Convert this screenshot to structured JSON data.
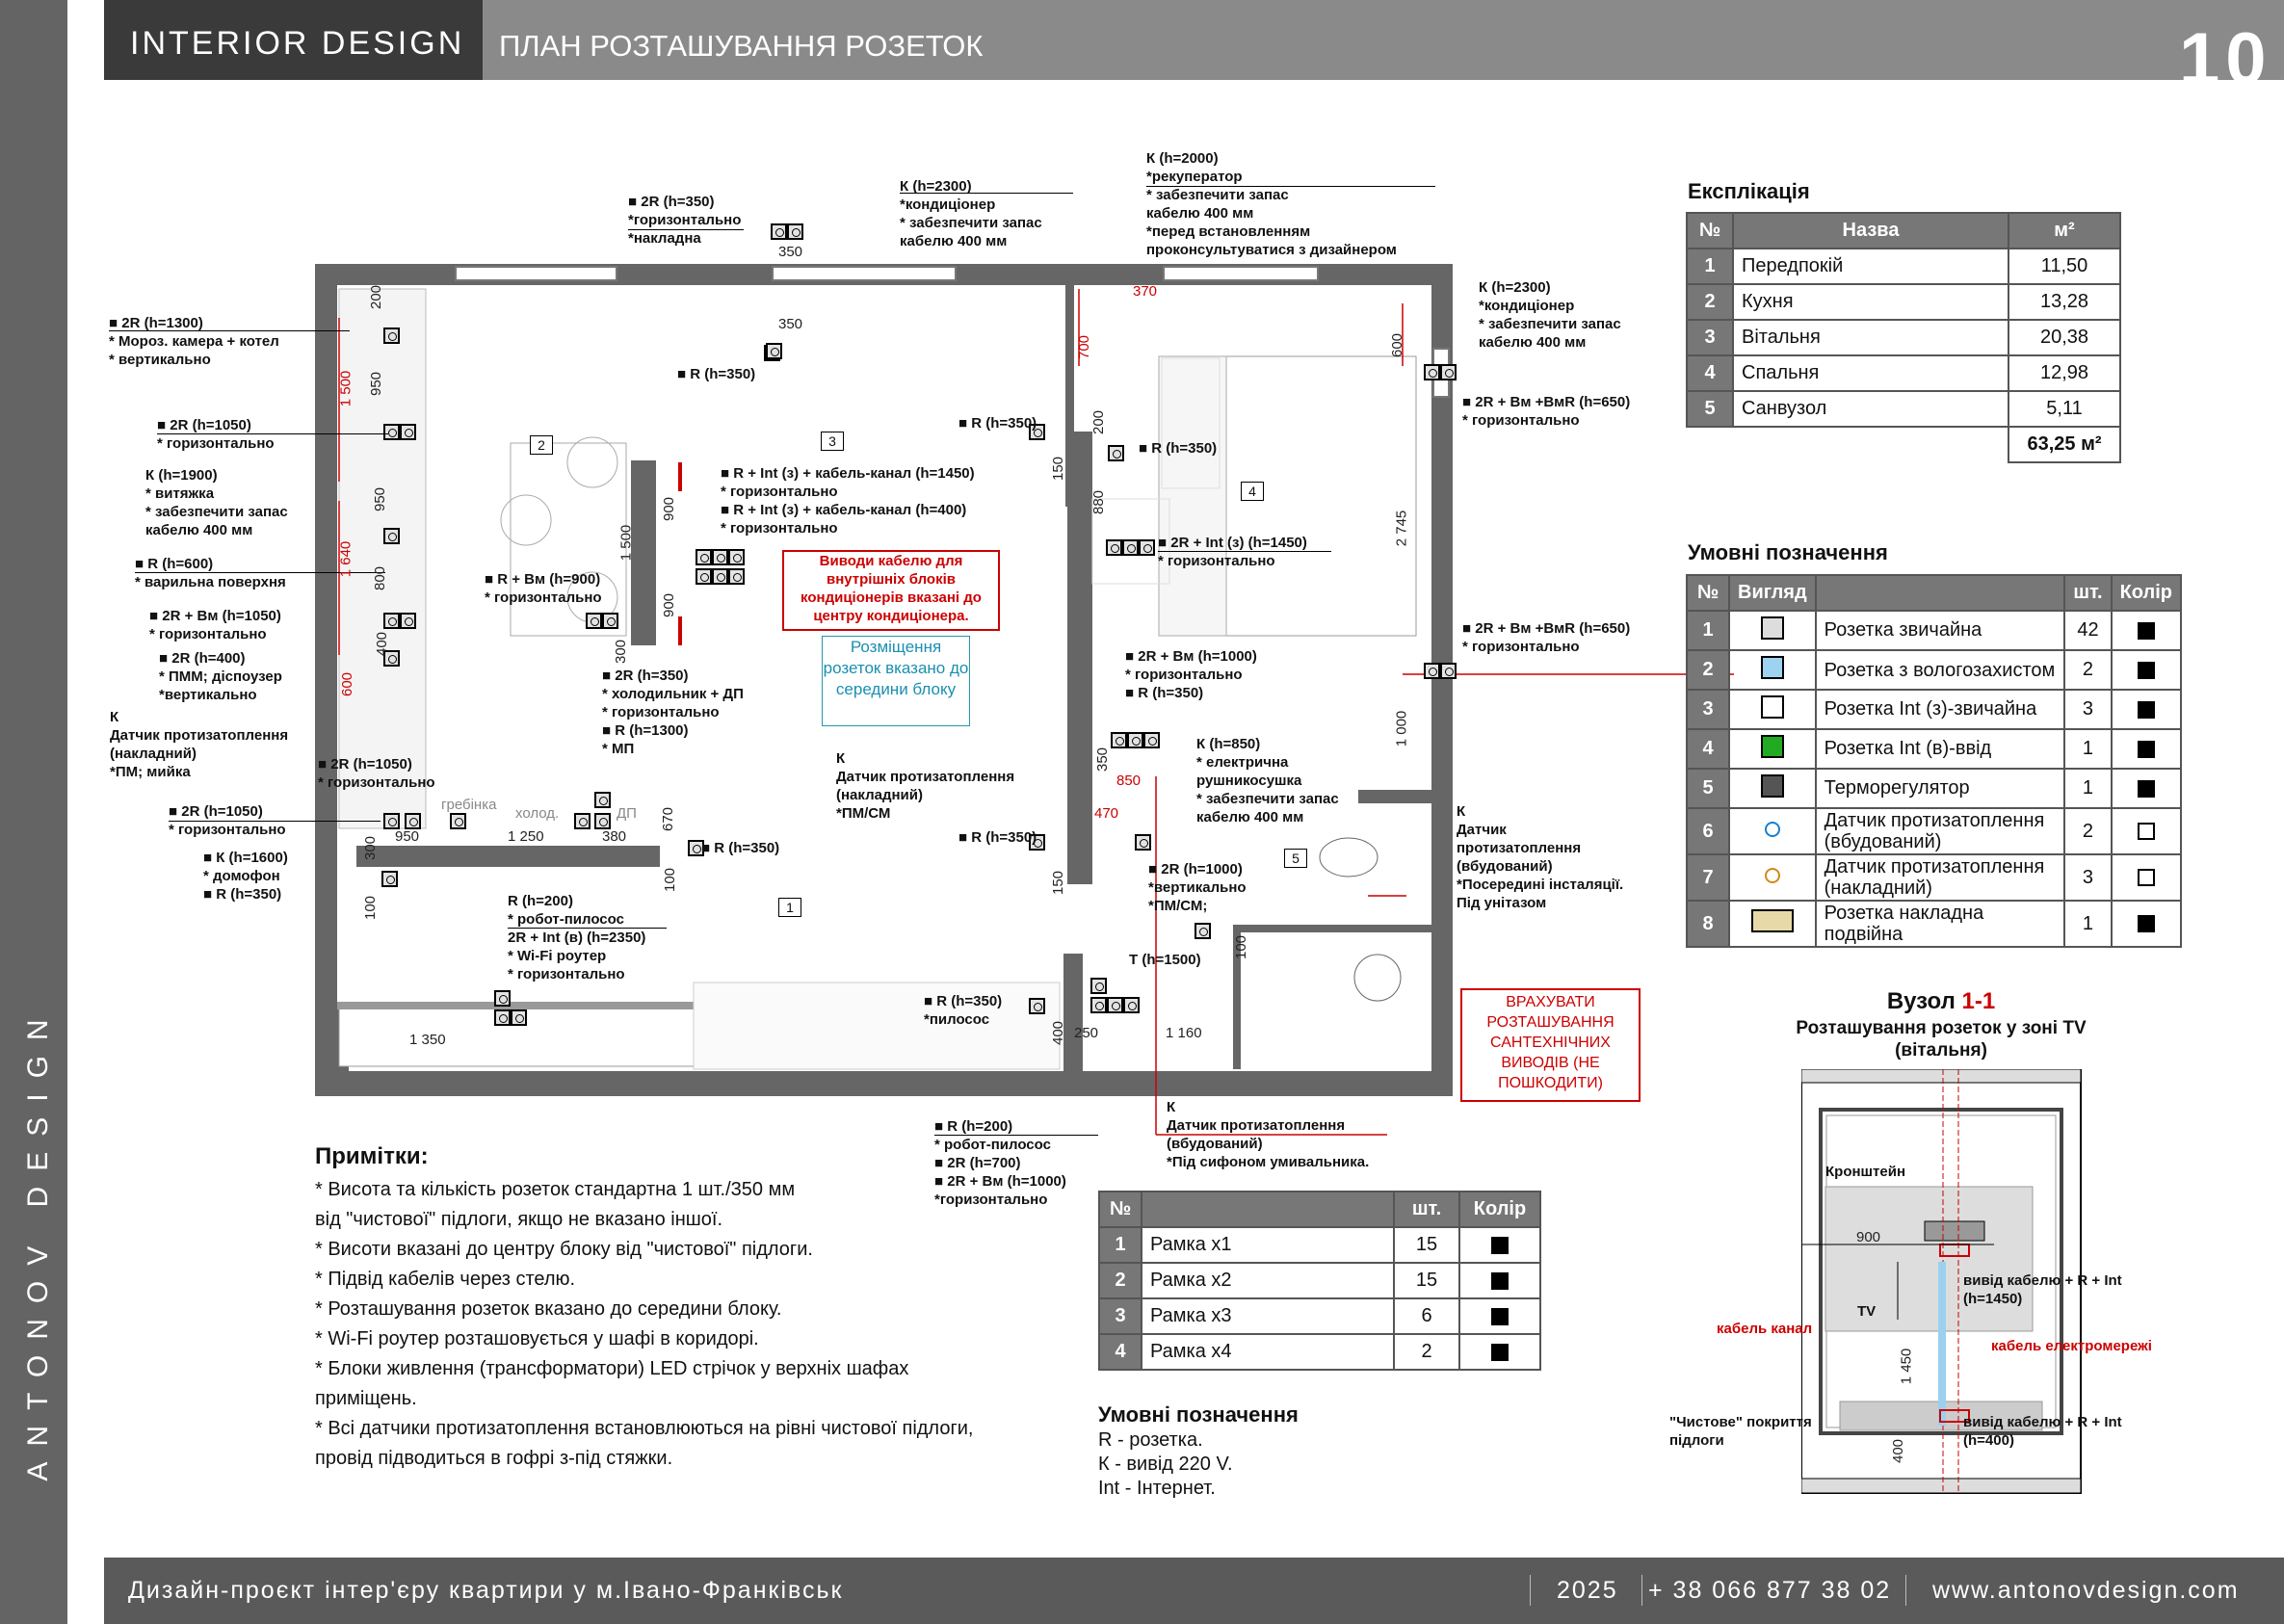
{
  "header": {
    "title": "INTERIOR  DESIGN",
    "subtitle": "ПЛАН РОЗТАШУВАННЯ РОЗЕТОК",
    "page": "10"
  },
  "brand_vertical": "ANTONOV DESIGN",
  "footer": {
    "project": "Дизайн-проєкт інтер'єру квартири у м.Івано-Франківськ",
    "year": "2025",
    "phone": "+ 38 066 877 38 02",
    "site": "www.antonovdesign.com"
  },
  "plan": {
    "rooms": [
      "1",
      "2",
      "3",
      "4",
      "5"
    ],
    "labels": {
      "l1": "■ 2R (h=350)\n*горизонтально\n*накладна",
      "l2": "К (h=2300)\n*кондиціонер\n* забезпечити запас\nкабелю 400 мм",
      "l3": "К (h=2000)\n*рекуператор\n* забезпечити запас\nкабелю 400 мм\n*перед встановленням\nпроконсультуватися з дизайнером",
      "l4": "К (h=2300)\n*кондиціонер\n* забезпечити запас\nкабелю 400 мм",
      "l5": "■ 2R + Вм +ВмR (h=650)\n* горизонтально",
      "l6": "■ 2R (h=1300)\n* Мороз. камера + котел\n* вертикально",
      "l7": "■ R (h=350)",
      "l8": "■ 2R (h=1050)\n* горизонтально",
      "l9": "К (h=1900)\n* витяжка\n* забезпечити запас\nкабелю 400 мм",
      "l10": "■ R (h=600)\n* варильна поверхня",
      "l11": "■ 2R + Вм (h=1050)\n* горизонтально",
      "l12": "■ 2R (h=400)\n* ПММ; діспоузер\n*вертикально",
      "l13": "К\nДатчик протизатоплення\n(накладний)\n*ПМ; мийка",
      "l14": "■ 2R (h=1050)\n* горизонтально",
      "l15": "■ 2R (h=1050)\n* горизонтально",
      "l16": "■ К (h=1600)\n* домофон\n■ R (h=350)",
      "l17": "■ R + Int (з) + кабель-канал (h=1450)\n* горизонтально\n■ R + Int (з) + кабель-канал (h=400)\n* горизонтально",
      "l18": "■ R (h=350)",
      "l19": "■ R (h=350)",
      "l20": "■ R + Вм (h=900)\n* горизонтально",
      "l21": "■ 2R (h=350)\n* холодильник + ДП\n* горизонтально\n■ R (h=1300)\n* МП",
      "l22": "■ 2R + Int (з) (h=1450)\n* горизонтально",
      "l23": "■ 2R + Вм +ВмR (h=650)\n* горизонтально",
      "l24": "■ 2R + Вм (h=1000)\n* горизонтально\n■ R (h=350)",
      "l25": "К (h=850)\n* електрична\nрушникосушка\n* забезпечити запас\nкабелю 400 мм",
      "l26": "К\nДатчик протизатоплення\n(накладний)\n*ПМ/СМ",
      "l27": "■ R (h=350)",
      "l28": "■ 2R (h=1000)\n*вертикально\n*ПМ/СМ;",
      "l29": "■ R (h=350)",
      "l30": "К\nДатчик\nпротизатоплення\n(вбудований)\n*Посередині інсталяції.\nПід унітазом",
      "l31": "R (h=200)\n* робот-пилосос\n2R + Int (в) (h=2350)\n* Wi-Fi роутер\n* горизонтально",
      "l32": "Т (h=1500)",
      "l33": "■ R (h=350)\n*пилосос",
      "l34": "■ R (h=200)\n* робот-пилосос\n■ 2R (h=700)\n■ 2R + Вм (h=1000)\n*горизонтально",
      "l35": "К\nДатчик протизатоплення\n(вбудований)\n*Під сифоном умивальника."
    },
    "note_red": "Виводи кабелю для внутрішніх блоків кондиціонерів вказані до центру кондиціонера.",
    "note_blue": "Розміщення розеток вказано до середини блоку",
    "note_red2": "ВРАХУВАТИ РОЗТАШУВАННЯ САНТЕХНІЧНИХ ВИВОДІВ (НЕ ПОШКОДИТИ)",
    "dims": {
      "d350a": "350",
      "d350b": "350",
      "d370": "370",
      "d700": "700",
      "d600a": "600",
      "d200a": "200",
      "d950": "950",
      "d1500": "1 500",
      "d1640": "1 640",
      "d800": "800",
      "d400": "400",
      "d600b": "600",
      "d900a": "900",
      "d1500b": "1 500",
      "d900b": "900",
      "d300": "300",
      "d150a": "150",
      "d200b": "200",
      "d880": "880",
      "d2745": "2 745",
      "d1000": "1 000",
      "d350c": "350",
      "d850": "850",
      "d470": "470",
      "d150b": "150",
      "d670": "670",
      "d100a": "100",
      "d950b": "950",
      "d1250": "1 250",
      "d380": "380",
      "d300b": "300",
      "d100b": "100",
      "d100c": "100",
      "d1350": "1 350",
      "d400b": "400",
      "d250": "250",
      "d1160": "1 160",
      "d950c": "950"
    },
    "furniture": {
      "f1": "гребінка",
      "f2": "холод.",
      "f3": "ДП"
    }
  },
  "explication": {
    "title": "Експлікація",
    "headers": [
      "№",
      "Назва",
      "м²"
    ],
    "rows": [
      [
        "1",
        "Передпокій",
        "11,50"
      ],
      [
        "2",
        "Кухня",
        "13,28"
      ],
      [
        "3",
        "Вітальня",
        "20,38"
      ],
      [
        "4",
        "Спальня",
        "12,98"
      ],
      [
        "5",
        "Санвузол",
        "5,11"
      ]
    ],
    "total": "63,25 м²"
  },
  "legend": {
    "title": "Умовні позначення",
    "headers": [
      "№",
      "Вигляд",
      "",
      "шт.",
      "Колір"
    ],
    "rows": [
      {
        "n": "1",
        "name": "Розетка звичайна",
        "qty": "42",
        "filled": true,
        "icon": "socket-icon"
      },
      {
        "n": "2",
        "name": "Розетка з вологозахистом",
        "qty": "2",
        "filled": true,
        "icon": "waterproof-socket-icon"
      },
      {
        "n": "3",
        "name": "Розетка Int (з)-звичайна",
        "qty": "3",
        "filled": true,
        "icon": "internet-socket-icon"
      },
      {
        "n": "4",
        "name": "Розетка Int (в)-ввід",
        "qty": "1",
        "filled": true,
        "icon": "internet-input-socket-icon"
      },
      {
        "n": "5",
        "name": "Терморегулятор",
        "qty": "1",
        "filled": true,
        "icon": "thermostat-icon"
      },
      {
        "n": "6",
        "name": "Датчик протизатоплення (вбудований)",
        "qty": "2",
        "filled": false,
        "icon": "built-in-sensor-icon"
      },
      {
        "n": "7",
        "name": "Датчик протизатоплення (накладний)",
        "qty": "3",
        "filled": false,
        "icon": "surface-sensor-icon"
      },
      {
        "n": "8",
        "name": "Розетка накладна подвійна",
        "qty": "1",
        "filled": true,
        "icon": "double-surface-socket-icon"
      }
    ]
  },
  "node": {
    "title_prefix": "Вузол ",
    "title_num": "1-1",
    "subtitle": "Розташування розеток у зоні TV\n(вітальня)",
    "bracket": "Кронштейн",
    "d900": "900",
    "tv": "TV",
    "out1": "вивід кабелю + R + Int\n(h=1450)",
    "out2": "вивід кабелю + R + Int\n(h=400)",
    "channel": "кабель канал",
    "power": "кабель електромережі",
    "floor": "\"Чистове\" покриття\nпідлоги",
    "d1450": "1 450",
    "d400": "400"
  },
  "frames": {
    "headers": [
      "№",
      "",
      "шт.",
      "Колір"
    ],
    "rows": [
      [
        "1",
        "Рамка х1",
        "15"
      ],
      [
        "2",
        "Рамка х2",
        "15"
      ],
      [
        "3",
        "Рамка х3",
        "6"
      ],
      [
        "4",
        "Рамка х4",
        "2"
      ]
    ]
  },
  "notes": {
    "title": "Примітки:",
    "lines": [
      "* Висота та кількість розеток стандартна 1 шт./350 мм",
      "від \"чистової\" підлоги, якщо не вказано іншої.",
      "* Висоти вказані до центру блоку від \"чистової\" підлоги.",
      "* Підвід кабелів через стелю.",
      "* Розташування розеток вказано до середини блоку.",
      "* Wi-Fi роутер розташовується у шафі в коридорі.",
      "* Блоки живлення (трансформатори) LED стрічок у верхніх шафах",
      "приміщень.",
      "* Всі датчики протизатоплення встановлюються на рівні чистової підлоги,",
      "провід підводиться в гофрі з-під стяжки."
    ]
  },
  "abbr": {
    "title": "Умовні позначення",
    "lines": [
      "R - розетка.",
      "К - вивід 220 V.",
      "Int - Інтернет."
    ]
  }
}
